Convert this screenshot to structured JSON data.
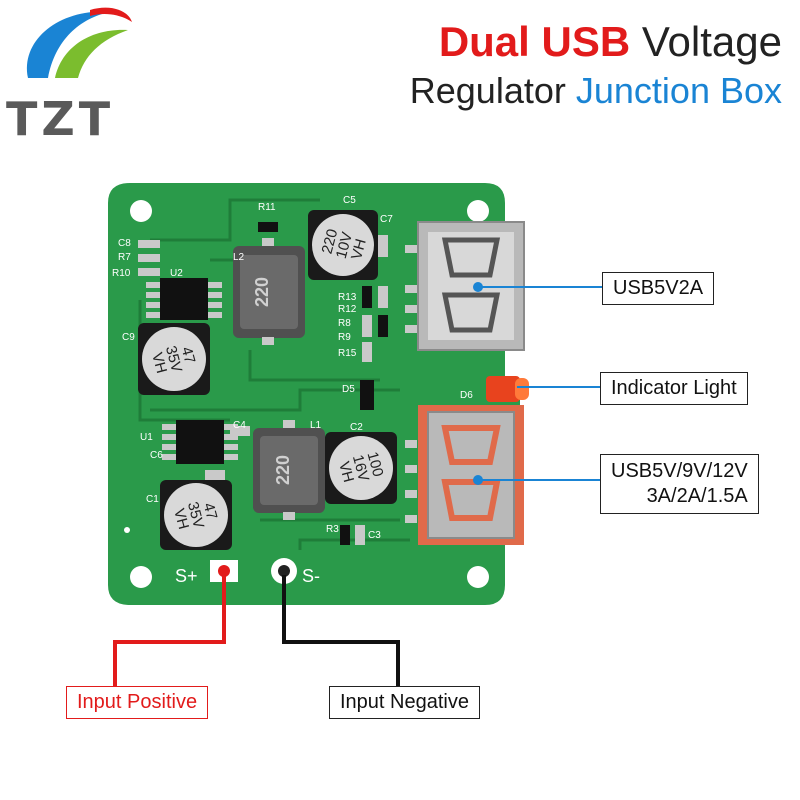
{
  "brand": {
    "logo_text": "TZT"
  },
  "title": {
    "w1": "Dual",
    "w2": "USB",
    "w3": "Voltage",
    "w4": "Regulator",
    "w5": "Junction Box"
  },
  "callouts": {
    "usb_top": "USB5V2A",
    "indicator": "Indicator Light",
    "usb_bottom_line1": "USB5V/9V/12V",
    "usb_bottom_line2": "3A/2A/1.5A",
    "input_positive": "Input Positive",
    "input_negative": "Input Negative"
  },
  "board": {
    "pad_labels": {
      "positive": "S+",
      "negative": "S-"
    },
    "inductor_top": "220",
    "inductor_bottom": "220",
    "cap_c5": [
      "220",
      "10V",
      "VH"
    ],
    "cap_c9": [
      "47",
      "35V",
      "VH"
    ],
    "cap_c2": [
      "100",
      "16V",
      "VH"
    ],
    "cap_c1": [
      "47",
      "35V",
      "VH"
    ],
    "silk": {
      "c5": "C5",
      "r11": "R11",
      "c7": "C7",
      "c8": "C8",
      "r7": "R7",
      "r10": "R10",
      "u2": "U2",
      "l2": "L2",
      "c9": "C9",
      "r13": "R13",
      "r12": "R12",
      "r8": "R8",
      "r9": "R9",
      "r15": "R15",
      "d5": "D5",
      "d6": "D6",
      "u1": "U1",
      "c4": "C4",
      "l1": "L1",
      "c6": "C6",
      "c1": "C1",
      "c2": "C2",
      "r3": "R3",
      "c3": "C3"
    }
  },
  "colors": {
    "pcb": "#2a9a4a",
    "pcb_dark": "#1f7d39",
    "red_wire": "#e21b1b",
    "blue_leader": "#1a84d4",
    "title_red": "#e21b1b",
    "title_blue": "#1a84d4",
    "logo_blue": "#1a84d4",
    "logo_green": "#7bbd2e"
  }
}
